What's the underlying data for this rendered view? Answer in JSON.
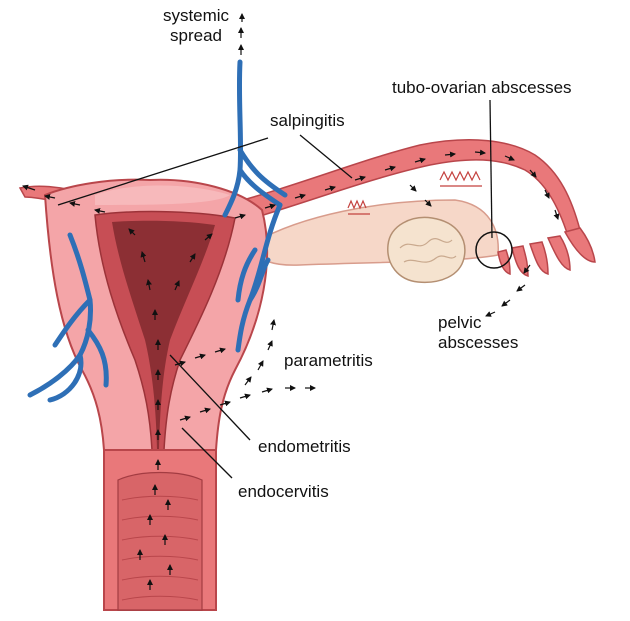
{
  "labels": {
    "systemic_spread": [
      "systemic",
      "spread"
    ],
    "salpingitis": "salpingitis",
    "tubo_ovarian": "tubo-ovarian abscesses",
    "pelvic_abscesses": [
      "pelvic",
      "abscesses"
    ],
    "parametritis": "parametritis",
    "endometritis": "endometritis",
    "endocervitis": "endocervitis"
  },
  "colors": {
    "tissue": "#e9787a",
    "tissue_light": "#f4a5a8",
    "tissue_dark": "#b9464b",
    "cavity": "#8c2f34",
    "vessel": "#2e6fb6",
    "ovary": "#f5e3cf",
    "leader": "#111111"
  }
}
